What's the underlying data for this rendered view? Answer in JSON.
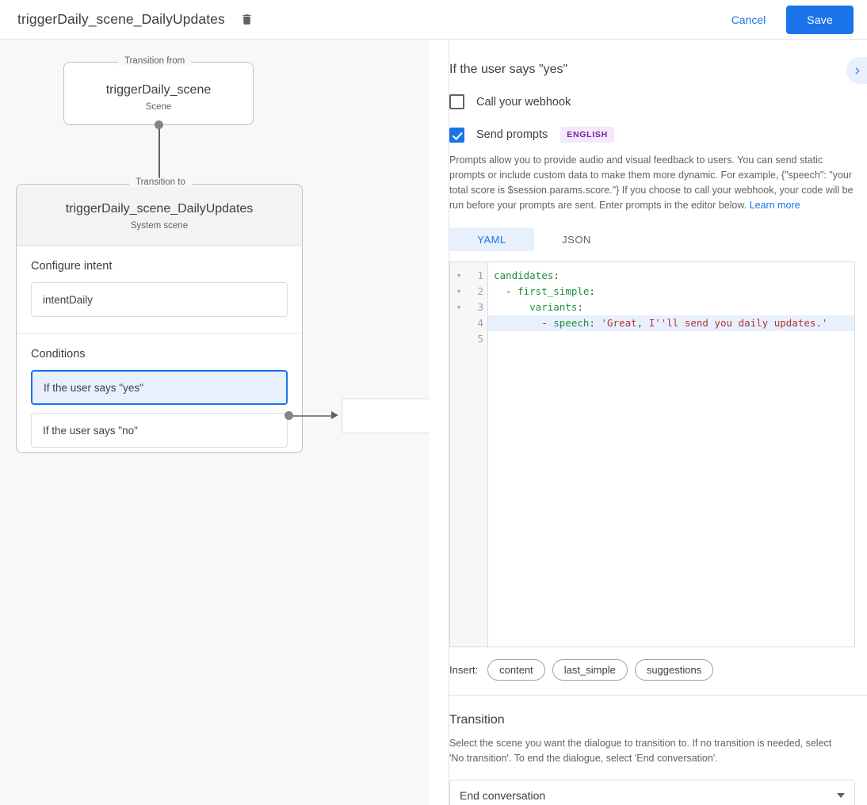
{
  "topbar": {
    "title": "triggerDaily_scene_DailyUpdates",
    "delete_icon": "trash-icon",
    "cancel_label": "Cancel",
    "save_label": "Save",
    "accent_color": "#1a73e8"
  },
  "canvas": {
    "transition_from": {
      "legend": "Transition from",
      "title": "triggerDaily_scene",
      "subtitle": "Scene"
    },
    "transition_to": {
      "legend": "Transition to",
      "title": "triggerDaily_scene_DailyUpdates",
      "subtitle": "System scene",
      "intent_section_label": "Configure intent",
      "intent_value": "intentDaily",
      "conditions_section_label": "Conditions",
      "conditions": [
        {
          "label": "If the user says \"yes\"",
          "selected": true
        },
        {
          "label": "If the user says \"no\"",
          "selected": false
        }
      ]
    }
  },
  "panel": {
    "title": "If the user says \"yes\"",
    "expand_icon": "chevron-right-icon",
    "webhook": {
      "label": "Call your webhook",
      "checked": false
    },
    "prompts": {
      "label": "Send prompts",
      "checked": true,
      "language_badge": "ENGLISH",
      "badge_bg": "#f3e8fd",
      "badge_color": "#7b1fa2",
      "description": "Prompts allow you to provide audio and visual feedback to users. You can send static prompts or include custom data to make them more dynamic. For example, {\"speech\": \"your total score is $session.params.score.\"} If you choose to call your webhook, your code will be run before your prompts are sent. Enter prompts in the editor below.",
      "learn_more": "Learn more"
    },
    "editor_tabs": [
      {
        "label": "YAML",
        "active": true
      },
      {
        "label": "JSON",
        "active": false
      }
    ],
    "editor": {
      "lines": [
        {
          "num": "1",
          "fold": true,
          "highlight": false,
          "tokens": [
            {
              "t": "candidates",
              "c": "k"
            },
            {
              "t": ":",
              "c": "p"
            }
          ]
        },
        {
          "num": "2",
          "fold": true,
          "highlight": false,
          "tokens": [
            {
              "t": "  - ",
              "c": "p"
            },
            {
              "t": "first_simple",
              "c": "k"
            },
            {
              "t": ":",
              "c": "p"
            }
          ]
        },
        {
          "num": "3",
          "fold": true,
          "highlight": false,
          "tokens": [
            {
              "t": "      ",
              "c": "p"
            },
            {
              "t": "variants",
              "c": "k"
            },
            {
              "t": ":",
              "c": "p"
            }
          ]
        },
        {
          "num": "4",
          "fold": false,
          "highlight": true,
          "tokens": [
            {
              "t": "        - ",
              "c": "p"
            },
            {
              "t": "speech",
              "c": "k"
            },
            {
              "t": ": ",
              "c": "p"
            },
            {
              "t": "'Great, I''ll send you daily updates.'",
              "c": "s"
            }
          ]
        },
        {
          "num": "5",
          "fold": false,
          "highlight": false,
          "tokens": []
        }
      ]
    },
    "insert": {
      "label": "Insert:",
      "chips": [
        "content",
        "last_simple",
        "suggestions"
      ]
    },
    "transition": {
      "title": "Transition",
      "description": "Select the scene you want the dialogue to transition to. If no transition is needed, select 'No transition'. To end the dialogue, select 'End conversation'.",
      "select_value": "End conversation"
    }
  }
}
